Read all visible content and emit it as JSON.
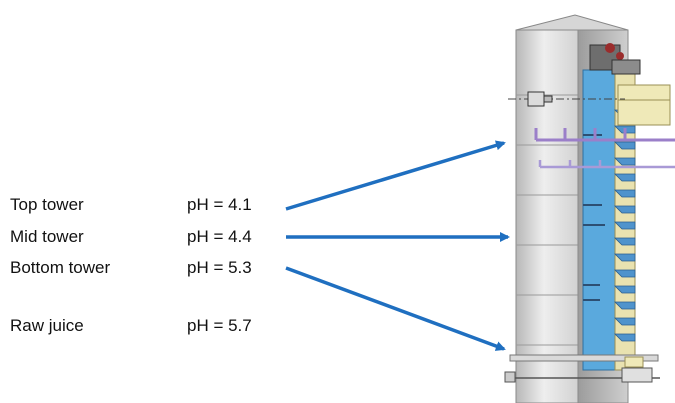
{
  "rows": [
    {
      "location": "Top tower",
      "ph": "pH = 4.1"
    },
    {
      "location": "Mid tower",
      "ph": "pH = 4.4"
    },
    {
      "location": "Bottom tower",
      "ph": "pH = 5.3"
    },
    {
      "location": "Raw juice",
      "ph": "pH = 5.7"
    }
  ],
  "colors": {
    "arrow": "#1f6fc0",
    "shell": "#c9c9c9",
    "juice": "#5aa9dd",
    "trays": "#e9e2b0",
    "pipes": "#9b7fc9"
  }
}
